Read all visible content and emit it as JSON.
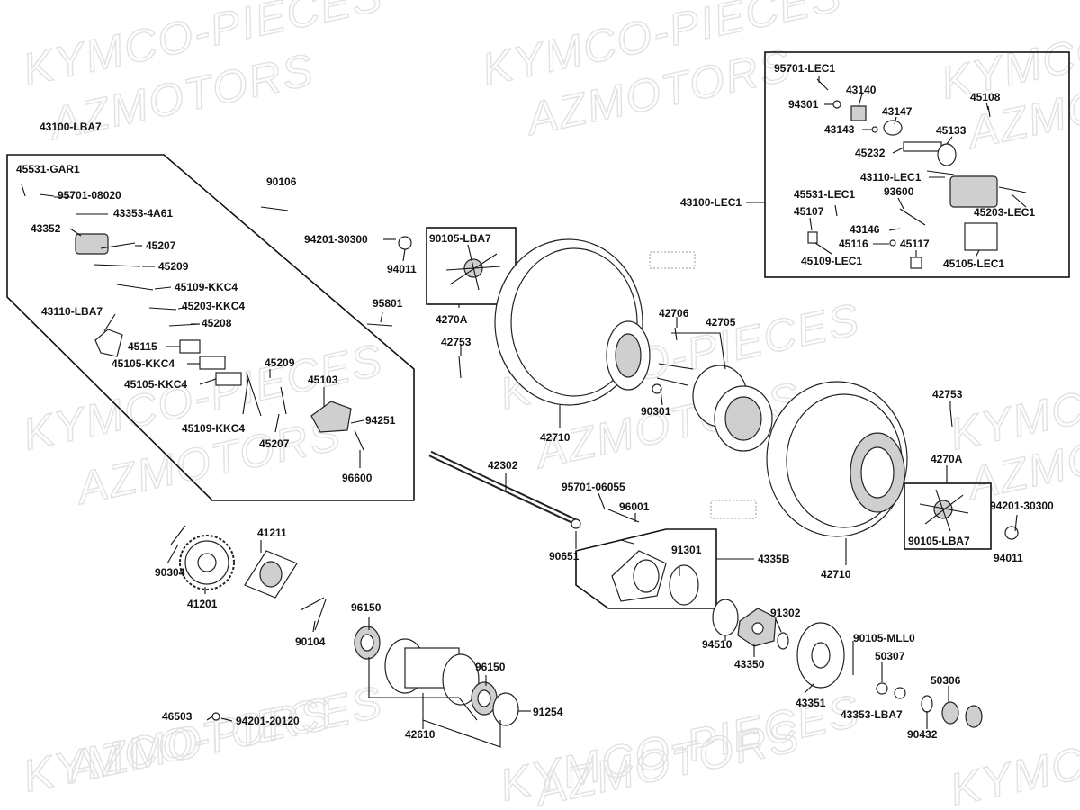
{
  "watermarks": [
    "KYMCO-PIECES",
    "AZMOTORS"
  ],
  "parts": [
    {
      "id": "p_43100_LBA7",
      "text": "43100-LBA7"
    },
    {
      "id": "p_45531_GAR1",
      "text": "45531-GAR1"
    },
    {
      "id": "p_95701_08020",
      "text": "95701-08020"
    },
    {
      "id": "p_43353_4A61",
      "text": "43353-4A61"
    },
    {
      "id": "p_43352",
      "text": "43352"
    },
    {
      "id": "p_45207_a",
      "text": "45207"
    },
    {
      "id": "p_45209_a",
      "text": "45209"
    },
    {
      "id": "p_45109_KKC4_a",
      "text": "45109-KKC4"
    },
    {
      "id": "p_45203_KKC4",
      "text": "45203-KKC4"
    },
    {
      "id": "p_43110_LBA7",
      "text": "43110-LBA7"
    },
    {
      "id": "p_45208",
      "text": "45208"
    },
    {
      "id": "p_45115",
      "text": "45115"
    },
    {
      "id": "p_45105_KKC4_a",
      "text": "45105-KKC4"
    },
    {
      "id": "p_45105_KKC4_b",
      "text": "45105-KKC4"
    },
    {
      "id": "p_45209_b",
      "text": "45209"
    },
    {
      "id": "p_45103",
      "text": "45103"
    },
    {
      "id": "p_45109_KKC4_b",
      "text": "45109-KKC4"
    },
    {
      "id": "p_45207_b",
      "text": "45207"
    },
    {
      "id": "p_94251",
      "text": "94251"
    },
    {
      "id": "p_96600",
      "text": "96600"
    },
    {
      "id": "p_90106",
      "text": "90106"
    },
    {
      "id": "p_94201_30300_a",
      "text": "94201-30300"
    },
    {
      "id": "p_94011_a",
      "text": "94011"
    },
    {
      "id": "p_90105_LBA7_a",
      "text": "90105-LBA7"
    },
    {
      "id": "p_95801",
      "text": "95801"
    },
    {
      "id": "p_4270A_a",
      "text": "4270A"
    },
    {
      "id": "p_42753_a",
      "text": "42753"
    },
    {
      "id": "p_42706",
      "text": "42706"
    },
    {
      "id": "p_42705",
      "text": "42705"
    },
    {
      "id": "p_90301",
      "text": "90301"
    },
    {
      "id": "p_42710_a",
      "text": "42710"
    },
    {
      "id": "p_42302",
      "text": "42302"
    },
    {
      "id": "p_95701_06055",
      "text": "95701-06055"
    },
    {
      "id": "p_96001",
      "text": "96001"
    },
    {
      "id": "p_90651",
      "text": "90651"
    },
    {
      "id": "p_91301",
      "text": "91301"
    },
    {
      "id": "p_4335B",
      "text": "4335B"
    },
    {
      "id": "p_42753_b",
      "text": "42753"
    },
    {
      "id": "p_4270A_b",
      "text": "4270A"
    },
    {
      "id": "p_94201_30300_b",
      "text": "94201-30300"
    },
    {
      "id": "p_90105_LBA7_b",
      "text": "90105-LBA7"
    },
    {
      "id": "p_94011_b",
      "text": "94011"
    },
    {
      "id": "p_42710_b",
      "text": "42710"
    },
    {
      "id": "p_41211",
      "text": "41211"
    },
    {
      "id": "p_90304",
      "text": "90304"
    },
    {
      "id": "p_41201",
      "text": "41201"
    },
    {
      "id": "p_90104",
      "text": "90104"
    },
    {
      "id": "p_96150_a",
      "text": "96150"
    },
    {
      "id": "p_96150_b",
      "text": "96150"
    },
    {
      "id": "p_91254",
      "text": "91254"
    },
    {
      "id": "p_42610",
      "text": "42610"
    },
    {
      "id": "p_46503",
      "text": "46503"
    },
    {
      "id": "p_94201_20120",
      "text": "94201-20120"
    },
    {
      "id": "p_94510",
      "text": "94510"
    },
    {
      "id": "p_91302",
      "text": "91302"
    },
    {
      "id": "p_43350",
      "text": "43350"
    },
    {
      "id": "p_90105_MLL0",
      "text": "90105-MLL0"
    },
    {
      "id": "p_50307",
      "text": "50307"
    },
    {
      "id": "p_50306",
      "text": "50306"
    },
    {
      "id": "p_43351",
      "text": "43351"
    },
    {
      "id": "p_43353_LBA7",
      "text": "43353-LBA7"
    },
    {
      "id": "p_90432",
      "text": "90432"
    },
    {
      "id": "p_95701_LEC1",
      "text": "95701-LEC1"
    },
    {
      "id": "p_43140",
      "text": "43140"
    },
    {
      "id": "p_94301",
      "text": "94301"
    },
    {
      "id": "p_43147",
      "text": "43147"
    },
    {
      "id": "p_45108",
      "text": "45108"
    },
    {
      "id": "p_43143",
      "text": "43143"
    },
    {
      "id": "p_45133",
      "text": "45133"
    },
    {
      "id": "p_45232",
      "text": "45232"
    },
    {
      "id": "p_43110_LEC1",
      "text": "43110-LEC1"
    },
    {
      "id": "p_43100_LEC1",
      "text": "43100-LEC1"
    },
    {
      "id": "p_45531_LEC1",
      "text": "45531-LEC1"
    },
    {
      "id": "p_93600",
      "text": "93600"
    },
    {
      "id": "p_45203_LEC1",
      "text": "45203-LEC1"
    },
    {
      "id": "p_45107",
      "text": "45107"
    },
    {
      "id": "p_43146",
      "text": "43146"
    },
    {
      "id": "p_45116",
      "text": "45116"
    },
    {
      "id": "p_45117",
      "text": "45117"
    },
    {
      "id": "p_45109_LEC1",
      "text": "45109-LEC1"
    },
    {
      "id": "p_45105_LEC1",
      "text": "45105-LEC1"
    }
  ]
}
